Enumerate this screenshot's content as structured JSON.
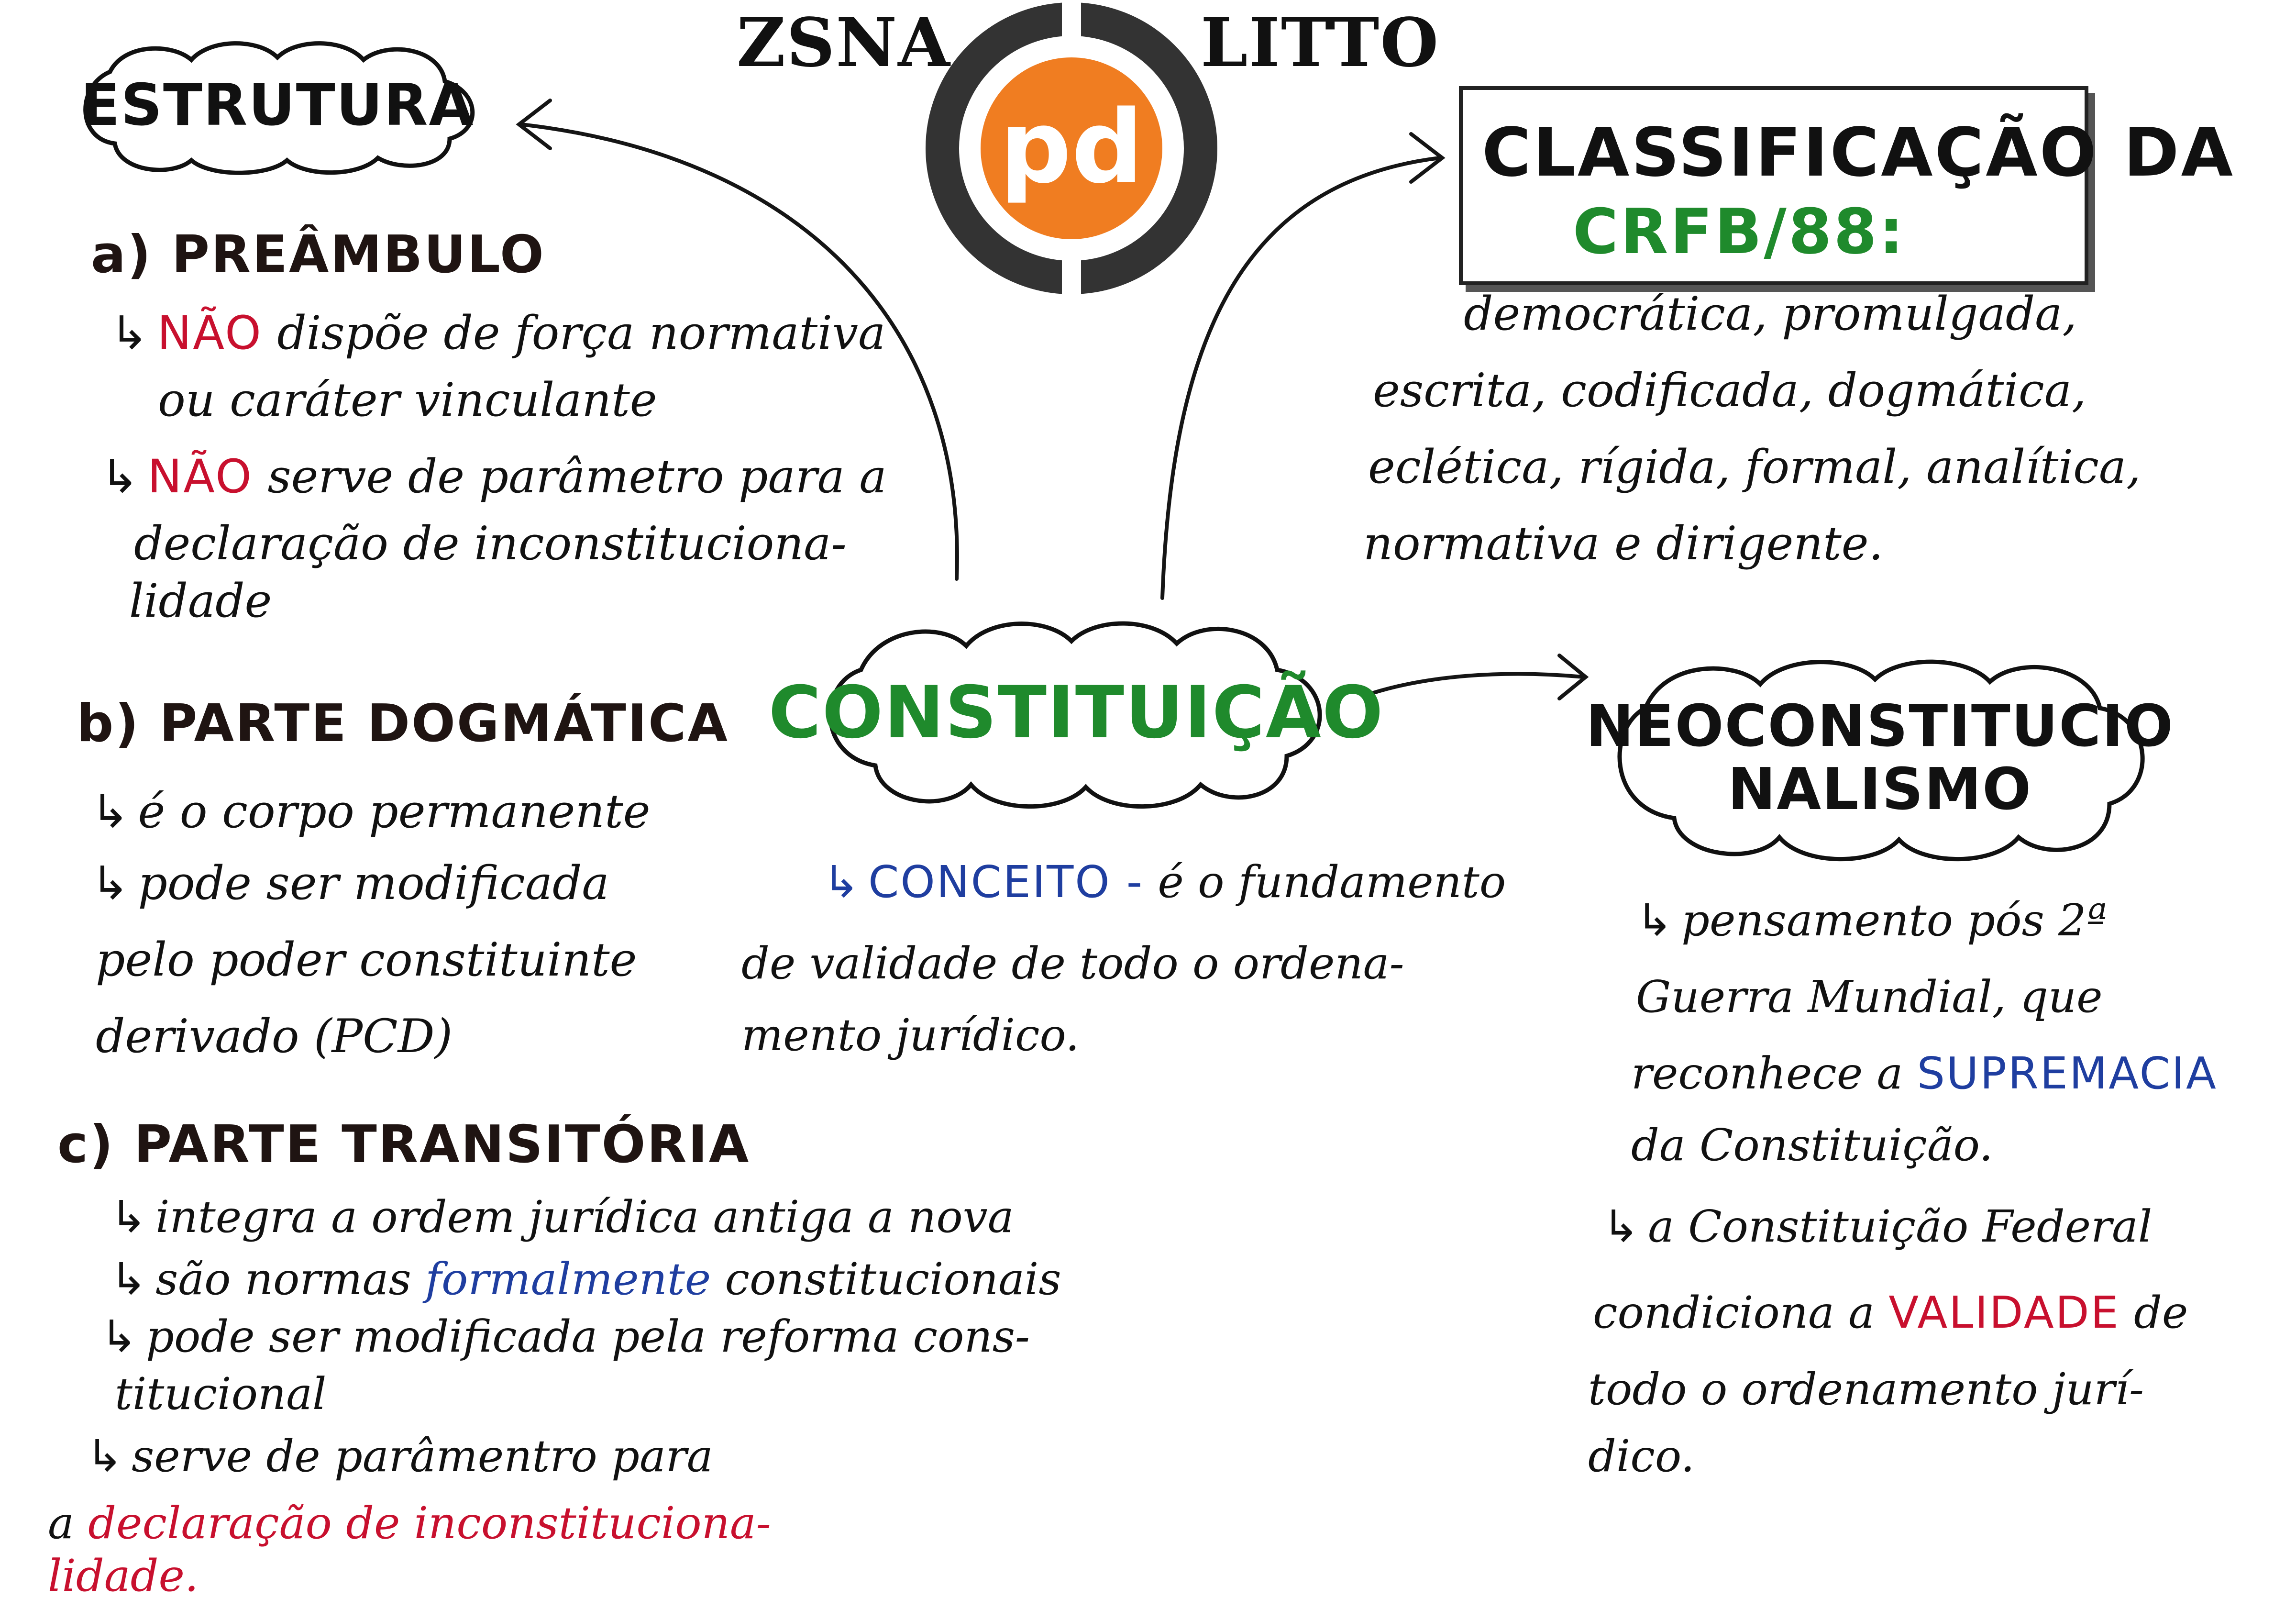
{
  "logo": {
    "left_word": "ZSNA",
    "right_word": "LITTO",
    "mark_text": "pd",
    "colors": {
      "ring": "#333333",
      "disc": "#f07d21"
    }
  },
  "center": {
    "title": "CONSTITUIÇÃO",
    "concept_label": "CONCEITO -",
    "concept_text_1": "é o fundamento",
    "concept_text_2": "de validade de todo o ordena-",
    "concept_text_3": "mento jurídico."
  },
  "estrutura": {
    "title": "ESTRUTURA",
    "a": {
      "heading": "a) PREÂMBULO",
      "item1_neg": "NÃO",
      "item1_text_1": "dispõe de força normativa",
      "item1_text_2": "ou caráter vinculante",
      "item2_neg": "NÃO",
      "item2_text_1": "serve de parâmetro para a",
      "item2_text_2": "declaração de inconstituciona-",
      "item2_text_3": "lidade"
    },
    "b": {
      "heading": "b) PARTE DOGMÁTICA",
      "item1": "é o corpo permanente",
      "item2_1": "pode ser modificada",
      "item2_2": "pelo poder constituinte",
      "item2_3": "derivado (PCD)"
    },
    "c": {
      "heading": "c) PARTE TRANSITÓRIA",
      "item1": "integra a ordem jurídica antiga a nova",
      "item2_pre": "são normas",
      "item2_em": "formalmente",
      "item2_post": "constitucionais",
      "item3_1": "pode ser modificada pela reforma cons-",
      "item3_2": "titucional",
      "item4_1": "serve de parâmentro para",
      "item4_2_pre": "a",
      "item4_2_em": "declaração de inconstituciona-",
      "item4_3_em": "lidade."
    }
  },
  "classificacao": {
    "title_1": "CLASSIFICAÇÃO DA",
    "title_2": "CRFB/88:",
    "text_1": "democrática, promulgada,",
    "text_2": "escrita, codificada, dogmática,",
    "text_3": "eclética, rígida, formal, analítica,",
    "text_4": "normativa e dirigente."
  },
  "neo": {
    "title_1": "NEOCONSTITUCIO",
    "title_2": "NALISMO",
    "p1_1": "pensamento pós 2ª",
    "p1_2": "Guerra Mundial, que",
    "p1_3_pre": "reconhece a",
    "p1_3_em": "SUPREMACIA",
    "p1_4": "da Constituição.",
    "p2_1": "a Constituição Federal",
    "p2_2_pre": "condiciona a",
    "p2_2_em": "VALIDADE",
    "p2_2_post": "de",
    "p2_3": "todo o ordenamento jurí-",
    "p2_4": "dico."
  },
  "palette": {
    "ink": "#111111",
    "red": "#c8102e",
    "blue": "#1f3ea0",
    "green": "#1f8a2c"
  }
}
